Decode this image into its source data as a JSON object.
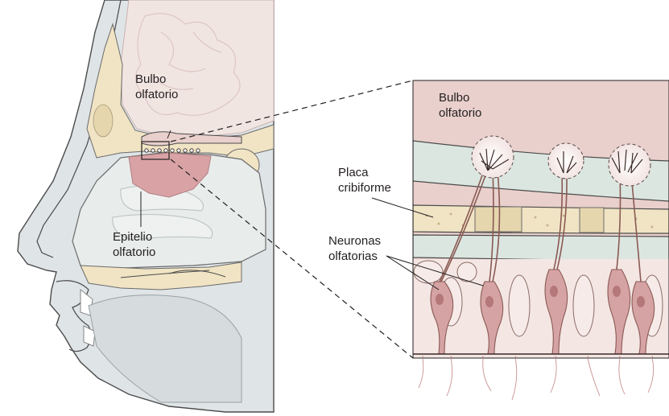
{
  "labels": {
    "bulbo_main_1": "Bulbo",
    "bulbo_main_2": "olfatorio",
    "epitelio_1": "Epitelio",
    "epitelio_2": "olfatorio",
    "bulbo_inset_1": "Bulbo",
    "bulbo_inset_2": "olfatorio",
    "placa_1": "Placa",
    "placa_2": "cribiforme",
    "neuronas_1": "Neuronas",
    "neuronas_2": "olfatorias"
  },
  "colors": {
    "bulb": "#e9d0cc",
    "brain": "#f1e5e2",
    "epithelium": "#d9a3a6",
    "bone": "#f0e4c4",
    "skin": "#dfe4e6",
    "cavity": "#e8eceb",
    "neuron": "#c99090",
    "neuron_dark": "#8a5a54",
    "mucosa_green": "#dce6e0"
  },
  "icons": [
    "olfactory-neuron-icon",
    "glomerulus-icon"
  ]
}
